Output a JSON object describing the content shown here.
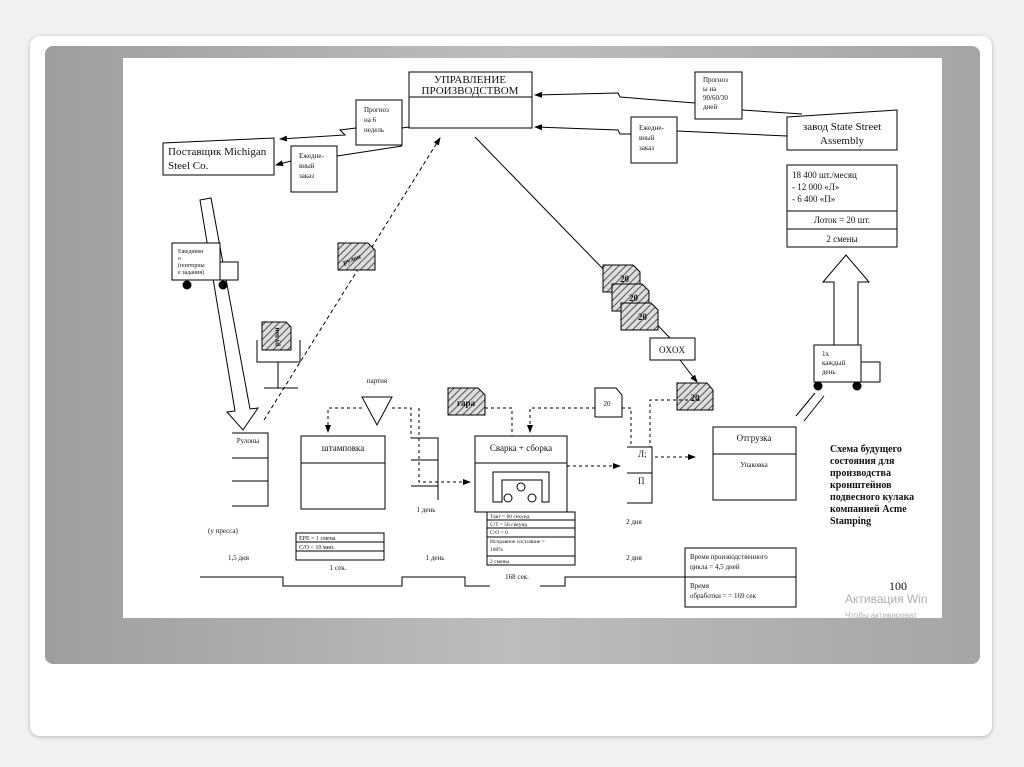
{
  "management": {
    "line1": "УПРАВЛЕНИЕ",
    "line2": "ПРОИЗВОДСТВОМ"
  },
  "supplier": {
    "line1": "Поставщик Michigan",
    "line2": "Steel Co."
  },
  "supplier_forecast": [
    "Прогноз",
    "на 6",
    "недель"
  ],
  "supplier_daily_order": [
    "Ежедне-",
    "вный",
    "заказ"
  ],
  "customer": {
    "line1": "завод State Street",
    "line2": "Assembly"
  },
  "customer_forecast": [
    "Прогноз",
    "ы на",
    "90/60/30",
    "дней"
  ],
  "customer_daily_order": [
    "Ежедне-",
    "вный",
    "заказ"
  ],
  "customer_data": {
    "demand": "18 400 шт./месяц",
    "left": "- 12 000 «Л»",
    "right": "- 6 400 «П»",
    "tray": "Лоток = 20 шт.",
    "shifts": "2 смены"
  },
  "supplier_truck": [
    "Ежедневн",
    "о",
    "(повторны",
    "е задания)"
  ],
  "customer_truck": [
    "1х",
    "каждый",
    "день"
  ],
  "kanban_coil": "рулон",
  "kanban_batch_label": "партия",
  "kanban_pair": "гара",
  "kanban_cards": [
    "20",
    "20",
    "20"
  ],
  "kanban_withdraw": "20",
  "kanban_production": "20",
  "load_leveling": "OXOX",
  "coils": {
    "label": "Рулоны",
    "note": "(у пресса)",
    "time": "1,5 дня"
  },
  "stamping": {
    "title": "штамповка",
    "epe": "EPE = 1 смена",
    "co": "C/O < 10 мин.",
    "process_time": "1 сек."
  },
  "wip_stamp": {
    "time1": "1 день",
    "time2": "1 день"
  },
  "welding": {
    "title": "Сварка + сборка",
    "takt": "Такт = 60 секунд",
    "ct": "C/T = 56 секунд",
    "co": "C/O = 0",
    "uptime": "Исправное состояние =",
    "uptime2": "100%",
    "shifts": "2 смены",
    "process_time": "168 сек."
  },
  "finished": {
    "left": "Л;",
    "right": "П",
    "time1": "2 дня",
    "time2": "2 дня"
  },
  "shipping": {
    "title": "Отгрузка",
    "sub": "Упаковка"
  },
  "caption": [
    "Схема будущего",
    "состояния для",
    "производства",
    "кронштейнов",
    "подвесного кулака",
    "компанией Acme",
    "Stamping"
  ],
  "summary": {
    "lead1": "Время производственного",
    "lead2": "цикла = 4,5 дней",
    "proc1": "Время",
    "proc2": "обработки = = 169 сек"
  },
  "page_number": "100",
  "watermark": {
    "line1": "Активация Win",
    "line2": "Чтобы активироват"
  }
}
